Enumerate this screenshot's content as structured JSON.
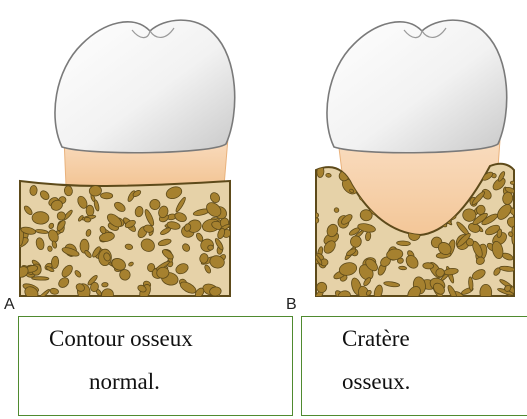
{
  "panels": [
    {
      "letter": "A",
      "caption_line1": "Contour osseux",
      "caption_line2": "normal."
    },
    {
      "letter": "B",
      "caption_line1": "Cratère",
      "caption_line2": "osseux."
    }
  ],
  "colors": {
    "enamel": "#f6f6f6",
    "enamel_shadow": "#cfcfcf",
    "root": "#f7cfa6",
    "bone": "#e6d2a8",
    "bone_outline": "#5d4a1a",
    "bone_pore": "#a6812f",
    "caption_border": "#4f8a2f"
  }
}
